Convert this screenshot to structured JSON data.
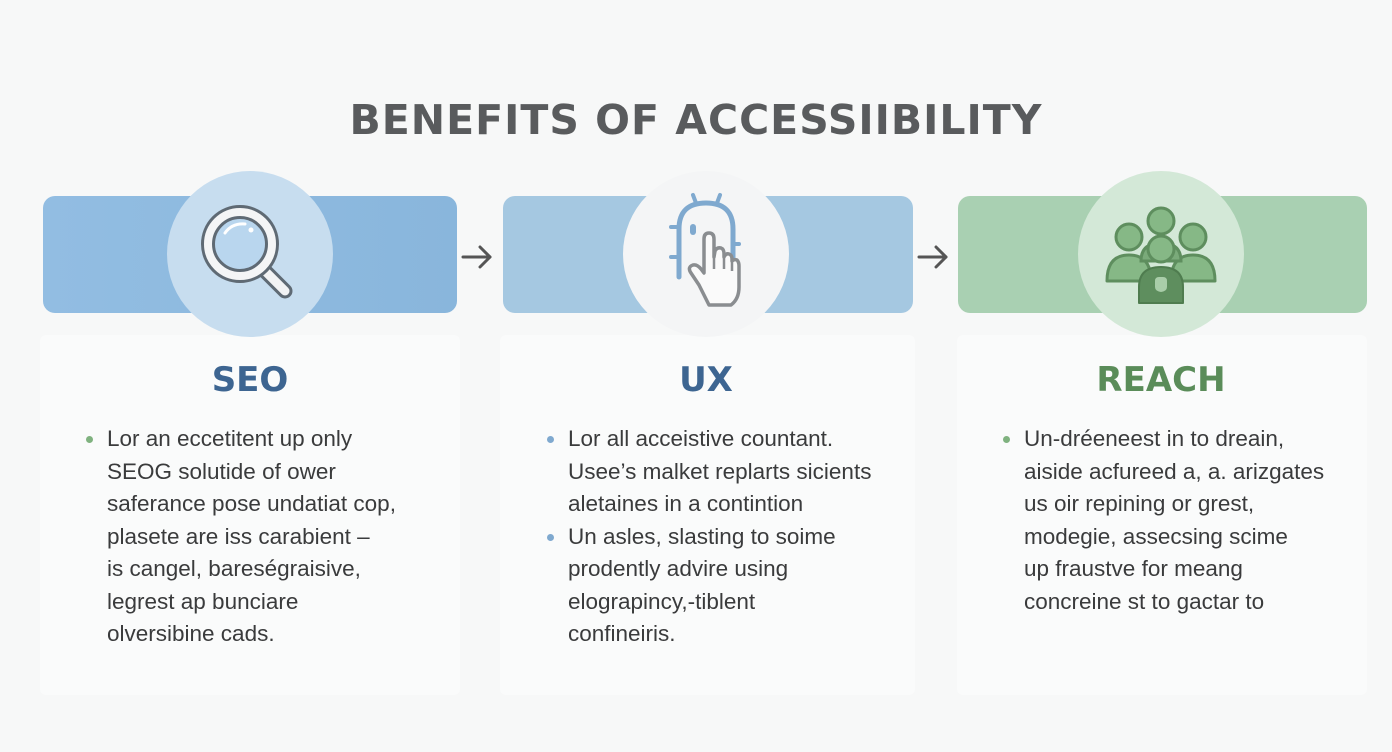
{
  "title": "BENEFITS OF ACCESSIIBILITY",
  "colors": {
    "title": "#595b5d",
    "seo_banner": "#8db8de",
    "seo_circle": "#c7ddef",
    "seo_heading": "#3d6591",
    "ux_banner": "#a5c8e1",
    "ux_circle": "#f4f5f6",
    "ux_heading": "#3d6591",
    "reach_banner": "#a9d0b2",
    "reach_circle": "#d3e8d7",
    "reach_heading": "#5a8c59",
    "arrow": "#555555",
    "body_text": "#3a3b3c"
  },
  "columns": [
    {
      "id": "seo",
      "heading": "SEO",
      "icon": "magnifying-glass-icon",
      "bullets": [
        {
          "lines": [
            "Lor an eccetitent up only",
            "SEOG solutide of ower",
            "saferance pose undatiat cop,",
            "plasete are iss carabient –",
            "is cangel, bareségraisive,",
            "legrest ap bunciare",
            "olversibine cads."
          ]
        }
      ]
    },
    {
      "id": "ux",
      "heading": "UX",
      "icon": "pointing-hand-icon",
      "bullets": [
        {
          "lines": [
            "Lor all acceistive countant.",
            "Usee’s malket replarts sicients",
            "aletaines in a contintion"
          ]
        },
        {
          "lines": [
            "Un asles, slasting to soime",
            "prodently advire using",
            "elograpincy,-tiblent",
            "confineiris."
          ]
        }
      ]
    },
    {
      "id": "reach",
      "heading": "REACH",
      "icon": "people-group-icon",
      "bullets": [
        {
          "lines": [
            "Un-dréeneest in to dreain,",
            "aiside acfureed a, a. arizgates",
            "us oir repining or grest,",
            "modegie, assecsing scime",
            "up fraustve for meang",
            "concreine st to gactar to"
          ]
        }
      ]
    }
  ],
  "arrows": [
    "arrow-right-icon",
    "arrow-right-icon"
  ]
}
